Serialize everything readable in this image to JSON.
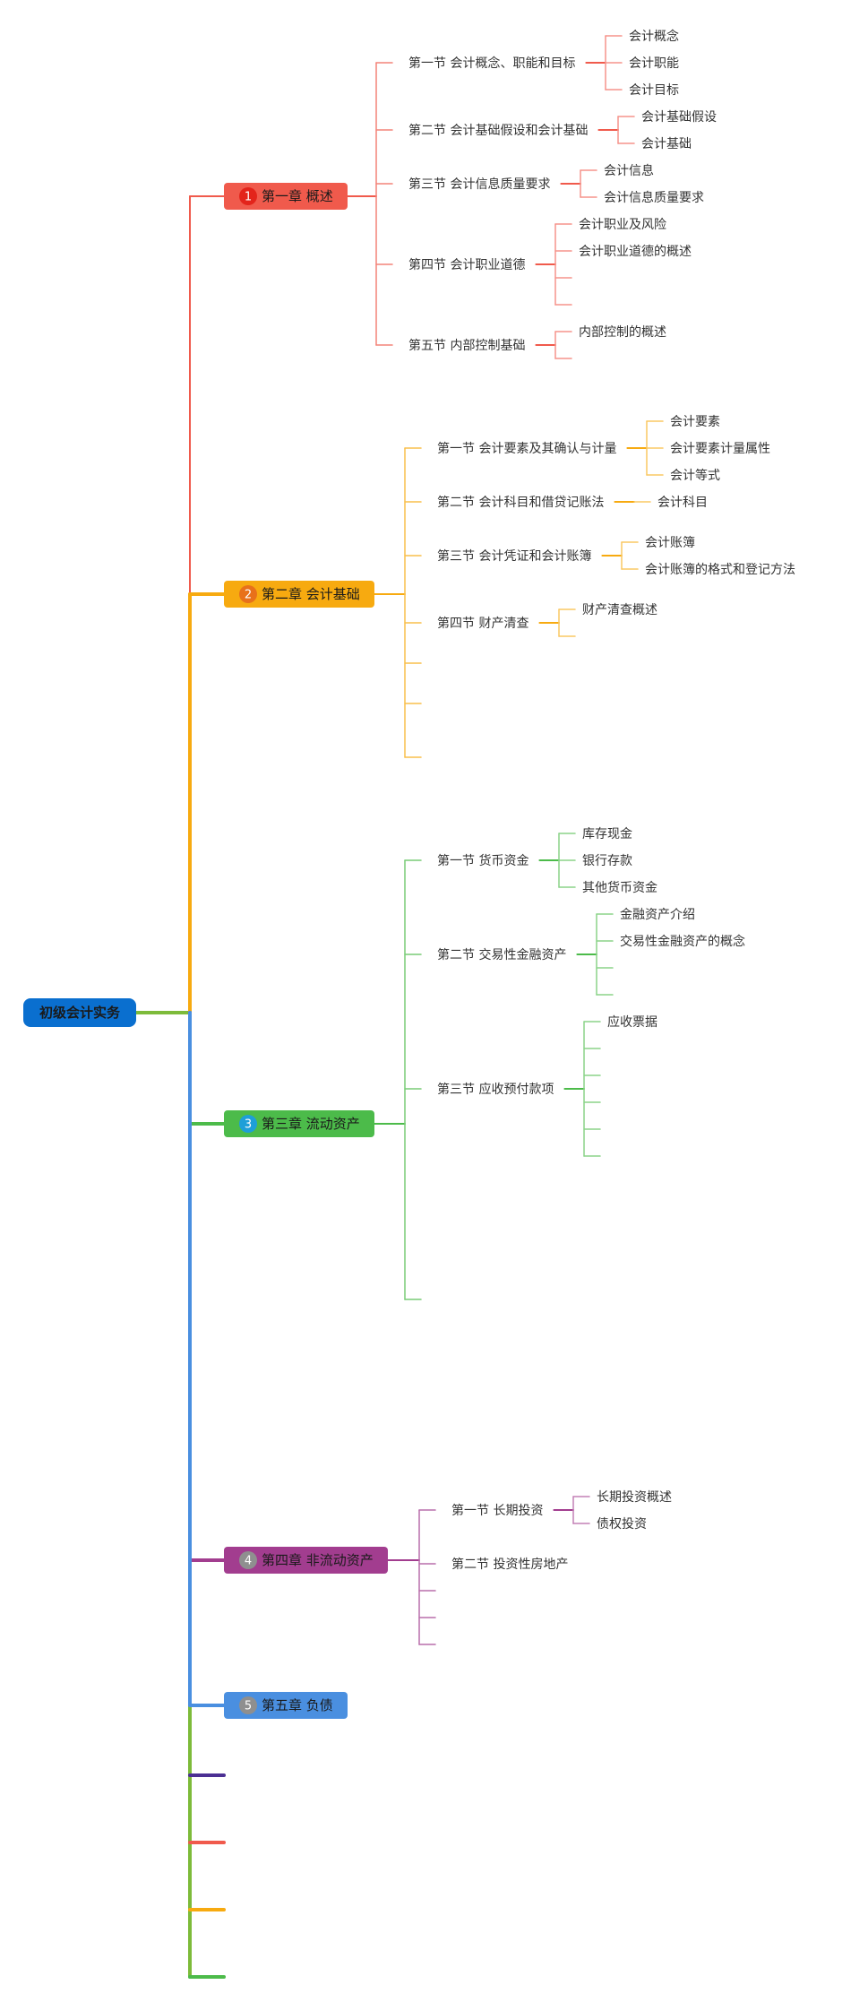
{
  "root": {
    "label": "初级会计实务",
    "color": "#0a6fcf"
  },
  "chapters": [
    {
      "number": "1",
      "label": "第一章 概述",
      "color": "#f05a4c",
      "badge_color": "#e3241b",
      "sections": [
        {
          "label": "第一节 会计概念、职能和目标",
          "items": [
            "会计概念",
            "会计职能",
            "会计目标"
          ]
        },
        {
          "label": "第二节 会计基础假设和会计基础",
          "items": [
            "会计基础假设",
            "会计基础"
          ]
        },
        {
          "label": "第三节 会计信息质量要求",
          "items": [
            "会计信息",
            "会计信息质量要求"
          ]
        },
        {
          "label": "第四节 会计职业道德",
          "items": [
            "会计职业及风险",
            "会计职业道德的概述",
            "",
            ""
          ]
        },
        {
          "label": "第五节 内部控制基础",
          "items": [
            "内部控制的概述",
            ""
          ]
        }
      ]
    },
    {
      "number": "2",
      "label": "第二章 会计基础",
      "color": "#f7aa10",
      "badge_color": "#e8711a",
      "sections": [
        {
          "label": "第一节 会计要素及其确认与计量",
          "items": [
            "会计要素",
            "会计要素计量属性",
            "会计等式"
          ]
        },
        {
          "label": "第二节 会计科目和借贷记账法",
          "items": [
            "会计科目"
          ]
        },
        {
          "label": "第三节 会计凭证和会计账簿",
          "items": [
            "会计账簿",
            "会计账簿的格式和登记方法"
          ]
        },
        {
          "label": "第四节 财产清查",
          "items": [
            "财产清查概述",
            ""
          ]
        },
        {
          "label": "",
          "items": []
        },
        {
          "label": "",
          "items": []
        },
        {
          "label": "",
          "items": []
        }
      ]
    },
    {
      "number": "3",
      "label": "第三章 流动资产",
      "color": "#4cbb4a",
      "badge_color": "#1e9fd8",
      "sections": [
        {
          "label": "第一节 货币资金",
          "items": [
            "库存现金",
            "银行存款",
            "其他货币资金"
          ]
        },
        {
          "label": "第二节 交易性金融资产",
          "items": [
            "金融资产介绍",
            "交易性金融资产的概念",
            "",
            ""
          ]
        },
        {
          "label": "第三节 应收预付款项",
          "items": [
            "应收票据",
            "",
            "",
            "",
            "",
            ""
          ]
        },
        {
          "label": "",
          "items": []
        }
      ]
    },
    {
      "number": "4",
      "label": "第四章 非流动资产",
      "color": "#a23d8f",
      "badge_color": "#8f8f8f",
      "sections": [
        {
          "label": "第一节 长期投资",
          "items": [
            "长期投资概述",
            "债权投资"
          ]
        },
        {
          "label": "第二节 投资性房地产",
          "items": []
        },
        {
          "label": "",
          "items": []
        },
        {
          "label": "",
          "items": []
        },
        {
          "label": "",
          "items": []
        }
      ]
    },
    {
      "number": "5",
      "label": "第五章 负债",
      "color": "#4a8fe0",
      "badge_color": "#8f8f8f",
      "sections": []
    }
  ],
  "empty_branch_colors": [
    "#4b2f93",
    "#f05a4c",
    "#f7aa10",
    "#4cbb4a"
  ],
  "trunk_color": "#7dbb3a"
}
